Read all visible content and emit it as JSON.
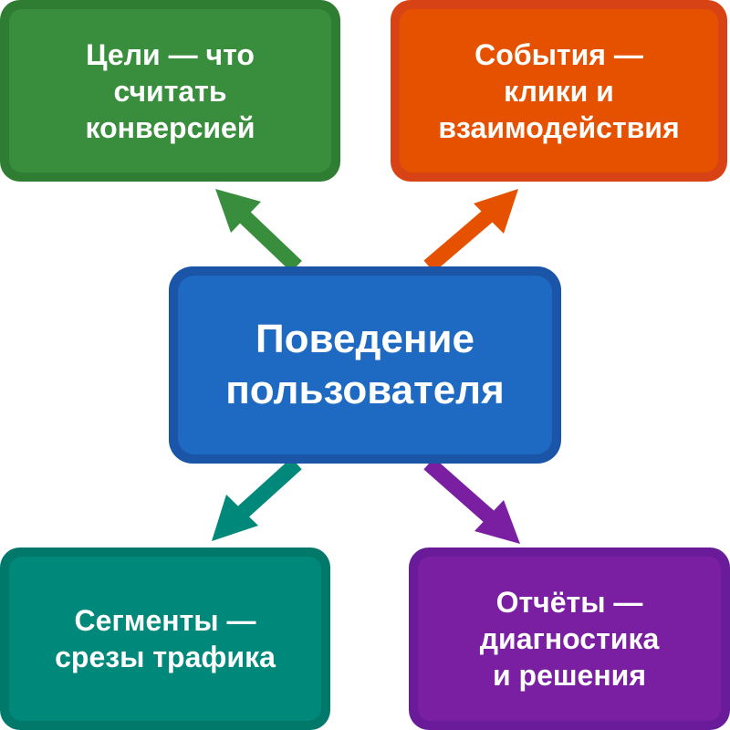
{
  "center": {
    "label": "Поведение\nпользователя",
    "color": "#1e6ac2"
  },
  "nodes": [
    {
      "id": "goals",
      "label": "Цели — что\nсчитать\nконверсией",
      "color": "#388e3c"
    },
    {
      "id": "events",
      "label": "События —\nклики и\nвзаимодействия",
      "color": "#e65100"
    },
    {
      "id": "segments",
      "label": "Сегменты —\nсрезы трафика",
      "color": "#00897b"
    },
    {
      "id": "reports",
      "label": "Отчёты —\nдиагностика\nи решения",
      "color": "#7b1fa2"
    }
  ]
}
